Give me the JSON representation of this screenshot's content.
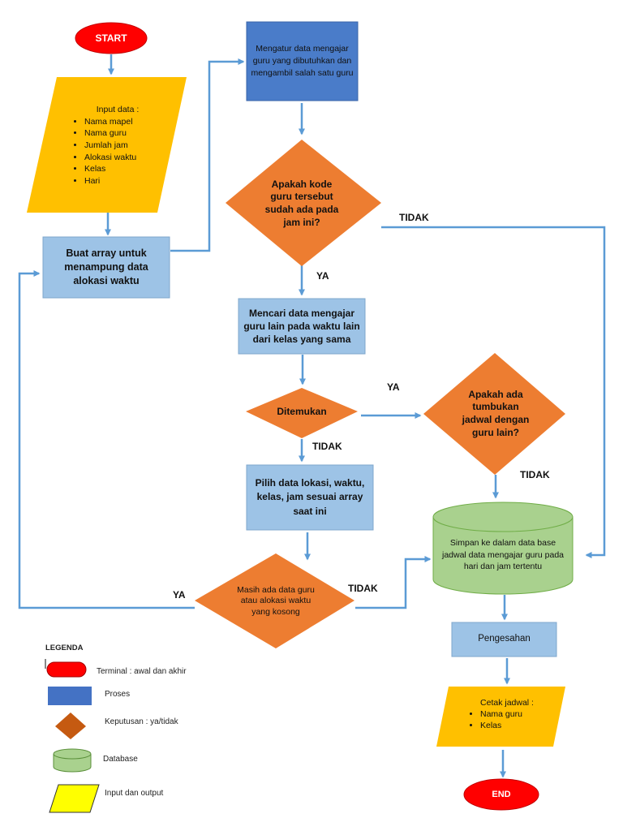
{
  "nodes": {
    "start": "START",
    "input": {
      "title": "Input data :",
      "items": [
        "Nama mapel",
        "Nama guru",
        "Jumlah jam",
        "Alokasi waktu",
        "Kelas",
        "Hari"
      ]
    },
    "buat_array": [
      "Buat array untuk",
      "menampung data",
      "alokasi waktu"
    ],
    "mengatur": [
      "Mengatur data mengajar",
      "guru yang dibutuhkan dan",
      "mengambil salah satu guru"
    ],
    "apakah_kode": [
      "Apakah kode",
      "guru tersebut",
      "sudah ada pada",
      "jam ini?"
    ],
    "mencari": [
      "Mencari data mengajar",
      "guru lain pada waktu lain",
      "dari kelas yang sama"
    ],
    "ditemukan": "Ditemukan",
    "apakah_tumbukan": [
      "Apakah ada",
      "tumbukan",
      "jadwal dengan",
      "guru lain?"
    ],
    "pilih": [
      "Pilih data lokasi, waktu,",
      "kelas, jam sesuai array",
      "saat ini"
    ],
    "masih_ada": [
      "Masih ada data guru",
      "atau alokasi waktu",
      "yang kosong"
    ],
    "simpan": [
      "Simpan ke dalam data base",
      "jadwal data mengajar guru pada",
      "hari dan jam tertentu"
    ],
    "pengesahan": "Pengesahan",
    "cetak": {
      "title": "Cetak jadwal :",
      "items": [
        "Nama guru",
        "Kelas"
      ]
    },
    "end": "END"
  },
  "edges": {
    "tidak_1": "TIDAK",
    "ya_1": "YA",
    "ya_2": "YA",
    "tidak_2": "TIDAK",
    "tidak_3": "TIDAK",
    "tidak_4": "TIDAK",
    "ya_3": "YA"
  },
  "legend": {
    "title": "LEGENDA",
    "items": [
      {
        "shape": "terminal",
        "label": "Terminal : awal dan akhir"
      },
      {
        "shape": "proses",
        "label": "Proses"
      },
      {
        "shape": "keputusan",
        "label": "Keputusan : ya/tidak"
      },
      {
        "shape": "database",
        "label": "Database"
      },
      {
        "shape": "io",
        "label": "Input dan output"
      }
    ]
  },
  "colors": {
    "terminal": "#ff0000",
    "proses_dark": "#4472c4",
    "proses_light": "#9dc3e6",
    "decision": "#ed7d31",
    "database": "#a9d18e",
    "io": "#ffc000",
    "io_legend": "#ffff00",
    "arrow": "#5b9bd5"
  }
}
